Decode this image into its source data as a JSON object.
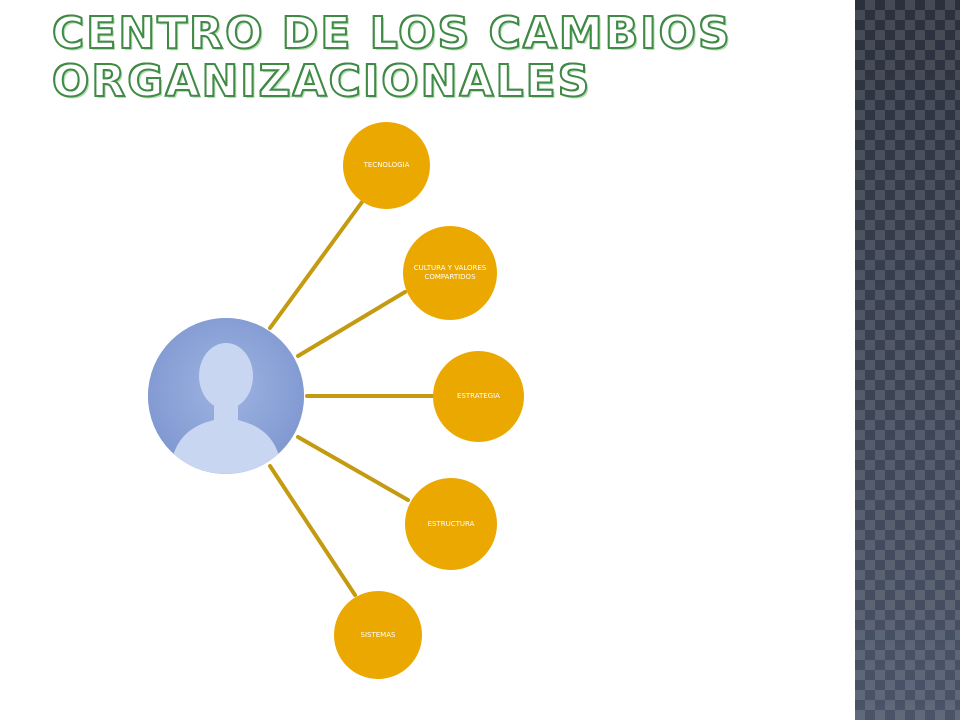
{
  "title": {
    "line1": "CENTRO DE LOS CAMBIOS",
    "line2": "ORGANIZACIONALES"
  },
  "diagram": {
    "nodes": [
      {
        "label": "TECNOLOGIA"
      },
      {
        "label": "CULTURA Y VALORES COMPARTIDOS"
      },
      {
        "label": "ESTRATEGIA"
      },
      {
        "label": "ESTRUCTURA"
      },
      {
        "label": "SISTEMAS"
      }
    ],
    "center_icon": "person-avatar-icon"
  },
  "colors": {
    "node": "#eaa800",
    "connector": "#c39a10",
    "title_outline": "#3f8a45",
    "avatar": "#8aa3d8"
  }
}
